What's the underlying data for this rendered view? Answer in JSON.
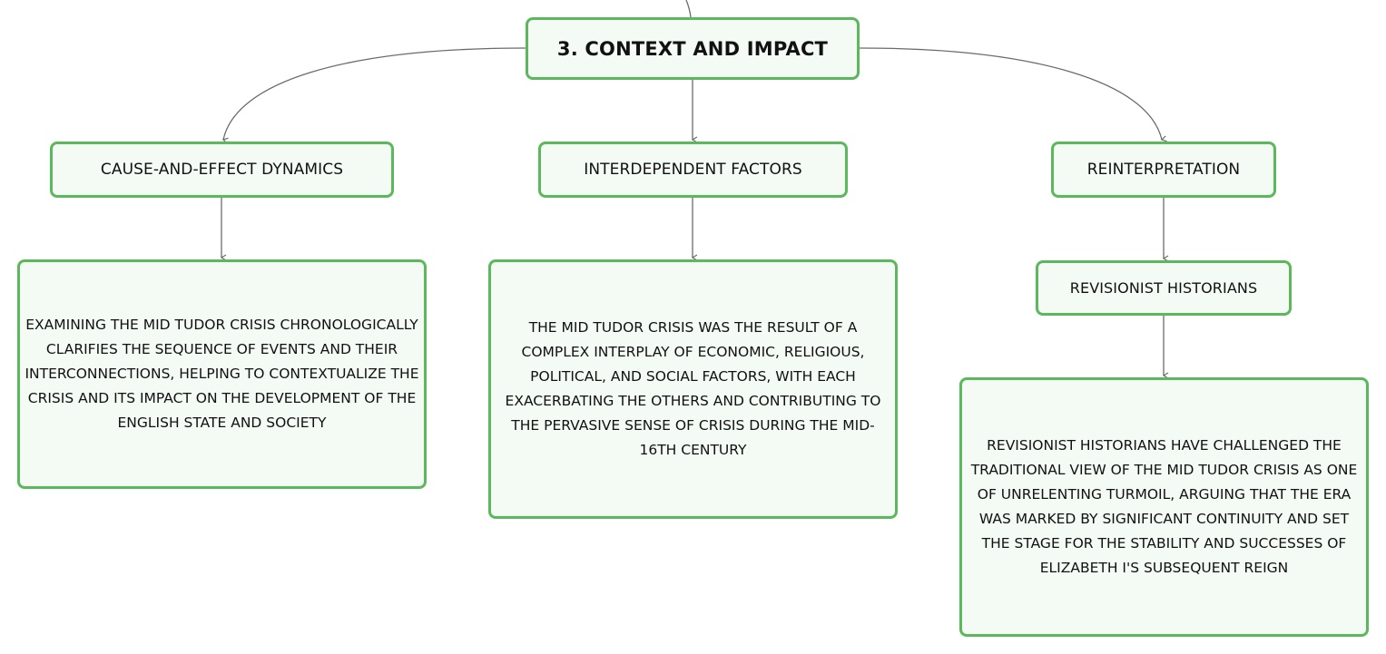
{
  "root": {
    "label": "3. CONTEXT AND IMPACT"
  },
  "branches": {
    "cause_effect": {
      "label": "CAUSE-AND-EFFECT DYNAMICS",
      "detail": "EXAMINING THE MID TUDOR CRISIS CHRONOLOGICALLY CLARIFIES THE SEQUENCE OF EVENTS AND THEIR INTERCONNECTIONS, HELPING TO CONTEXTUALIZE THE CRISIS AND ITS IMPACT ON THE DEVELOPMENT OF THE ENGLISH STATE AND SOCIETY"
    },
    "interdependent": {
      "label": "INTERDEPENDENT FACTORS",
      "detail": "THE MID TUDOR CRISIS WAS THE RESULT OF A COMPLEX INTERPLAY OF ECONOMIC, RELIGIOUS, POLITICAL, AND SOCIAL FACTORS, WITH EACH EXACERBATING THE OTHERS AND CONTRIBUTING TO THE PERVASIVE SENSE OF CRISIS DURING THE MID-16TH CENTURY"
    },
    "reinterpretation": {
      "label": "REINTERPRETATION",
      "child": {
        "label": "REVISIONIST HISTORIANS",
        "detail": "REVISIONIST HISTORIANS HAVE CHALLENGED THE TRADITIONAL VIEW OF THE MID TUDOR CRISIS AS ONE OF UNRELENTING TURMOIL, ARGUING THAT THE ERA WAS MARKED BY SIGNIFICANT CONTINUITY AND SET THE STAGE FOR THE STABILITY AND SUCCESSES OF ELIZABETH I'S SUBSEQUENT REIGN"
      }
    }
  },
  "colors": {
    "node_border": "#5cb85c",
    "node_fill": "#f3fbf4",
    "connector": "#6b6b6b"
  }
}
